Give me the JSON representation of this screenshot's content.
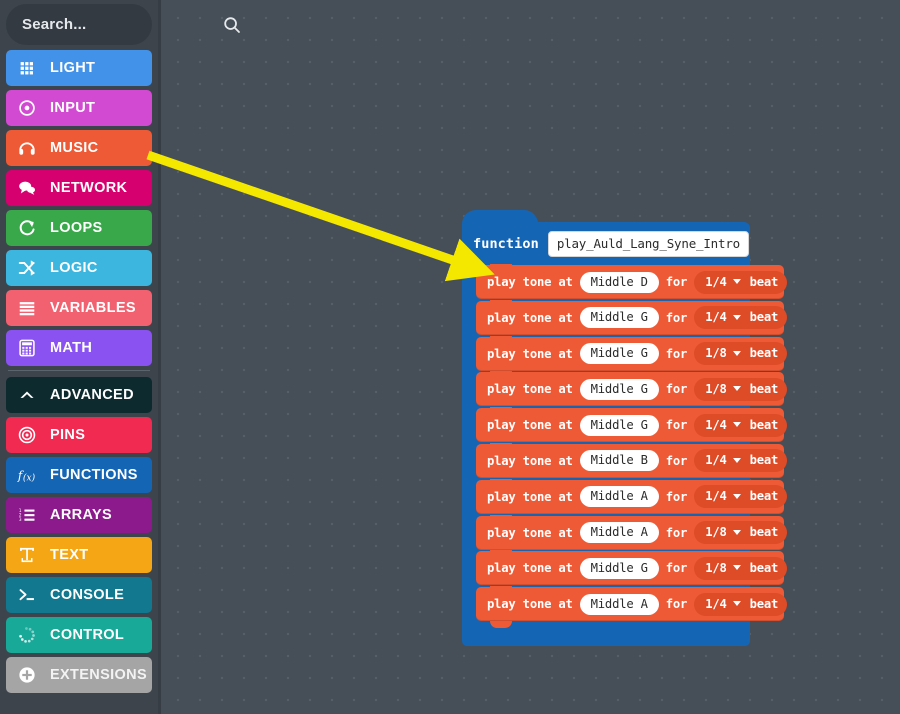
{
  "search": {
    "placeholder": "Search...",
    "value": "",
    "icon": "search-icon"
  },
  "sidebar": {
    "categories": [
      {
        "label": "LIGHT",
        "color": "#4192e8",
        "icon": "grid-icon",
        "section": "basic"
      },
      {
        "label": "INPUT",
        "color": "#d24ad2",
        "icon": "target-dot-icon",
        "section": "basic"
      },
      {
        "label": "MUSIC",
        "color": "#ee5a35",
        "icon": "headphones-icon",
        "section": "basic"
      },
      {
        "label": "NETWORK",
        "color": "#d6006e",
        "icon": "chat-bubble-icon",
        "section": "basic"
      },
      {
        "label": "LOOPS",
        "color": "#39a84a",
        "icon": "refresh-icon",
        "section": "basic"
      },
      {
        "label": "LOGIC",
        "color": "#3cb6df",
        "icon": "shuffle-icon",
        "section": "basic"
      },
      {
        "label": "VARIABLES",
        "color": "#f2616f",
        "icon": "list-lines-icon",
        "section": "basic"
      },
      {
        "label": "MATH",
        "color": "#8a52f0",
        "icon": "calculator-icon",
        "section": "basic"
      },
      {
        "label": "ADVANCED",
        "color": "#0d2a2e",
        "icon": "chevron-up-icon",
        "section": "advanced-toggle"
      },
      {
        "label": "PINS",
        "color": "#f02a51",
        "icon": "pins-target-icon",
        "section": "advanced"
      },
      {
        "label": "FUNCTIONS",
        "color": "#1565b5",
        "icon": "fx-icon",
        "section": "advanced"
      },
      {
        "label": "ARRAYS",
        "color": "#8d1a8d",
        "icon": "numbered-list-icon",
        "section": "advanced"
      },
      {
        "label": "TEXT",
        "color": "#f5a614",
        "icon": "text-t-icon",
        "section": "advanced"
      },
      {
        "label": "CONSOLE",
        "color": "#11788f",
        "icon": "terminal-icon",
        "section": "advanced"
      },
      {
        "label": "CONTROL",
        "color": "#18a999",
        "icon": "spinner-dots-icon",
        "section": "advanced"
      },
      {
        "label": "EXTENSIONS",
        "color": "#a5a5a5",
        "icon": "plus-circle-icon",
        "section": "advanced"
      }
    ]
  },
  "workspace": {
    "function_block": {
      "keyword": "function",
      "name": "play_Auld_Lang_Syne_Intro",
      "color": "#1565b5",
      "statements": [
        {
          "prefix": "play tone at",
          "note": "Middle D",
          "mid": "for",
          "duration": "1/4",
          "unit": "beat"
        },
        {
          "prefix": "play tone at",
          "note": "Middle G",
          "mid": "for",
          "duration": "1/4",
          "unit": "beat"
        },
        {
          "prefix": "play tone at",
          "note": "Middle G",
          "mid": "for",
          "duration": "1/8",
          "unit": "beat"
        },
        {
          "prefix": "play tone at",
          "note": "Middle G",
          "mid": "for",
          "duration": "1/8",
          "unit": "beat"
        },
        {
          "prefix": "play tone at",
          "note": "Middle G",
          "mid": "for",
          "duration": "1/4",
          "unit": "beat"
        },
        {
          "prefix": "play tone at",
          "note": "Middle B",
          "mid": "for",
          "duration": "1/4",
          "unit": "beat"
        },
        {
          "prefix": "play tone at",
          "note": "Middle A",
          "mid": "for",
          "duration": "1/4",
          "unit": "beat"
        },
        {
          "prefix": "play tone at",
          "note": "Middle A",
          "mid": "for",
          "duration": "1/8",
          "unit": "beat"
        },
        {
          "prefix": "play tone at",
          "note": "Middle G",
          "mid": "for",
          "duration": "1/8",
          "unit": "beat"
        },
        {
          "prefix": "play tone at",
          "note": "Middle A",
          "mid": "for",
          "duration": "1/4",
          "unit": "beat"
        }
      ]
    }
  },
  "annotation": {
    "arrow_color": "#f5e800",
    "from": "MUSIC",
    "to": "first play tone block"
  }
}
